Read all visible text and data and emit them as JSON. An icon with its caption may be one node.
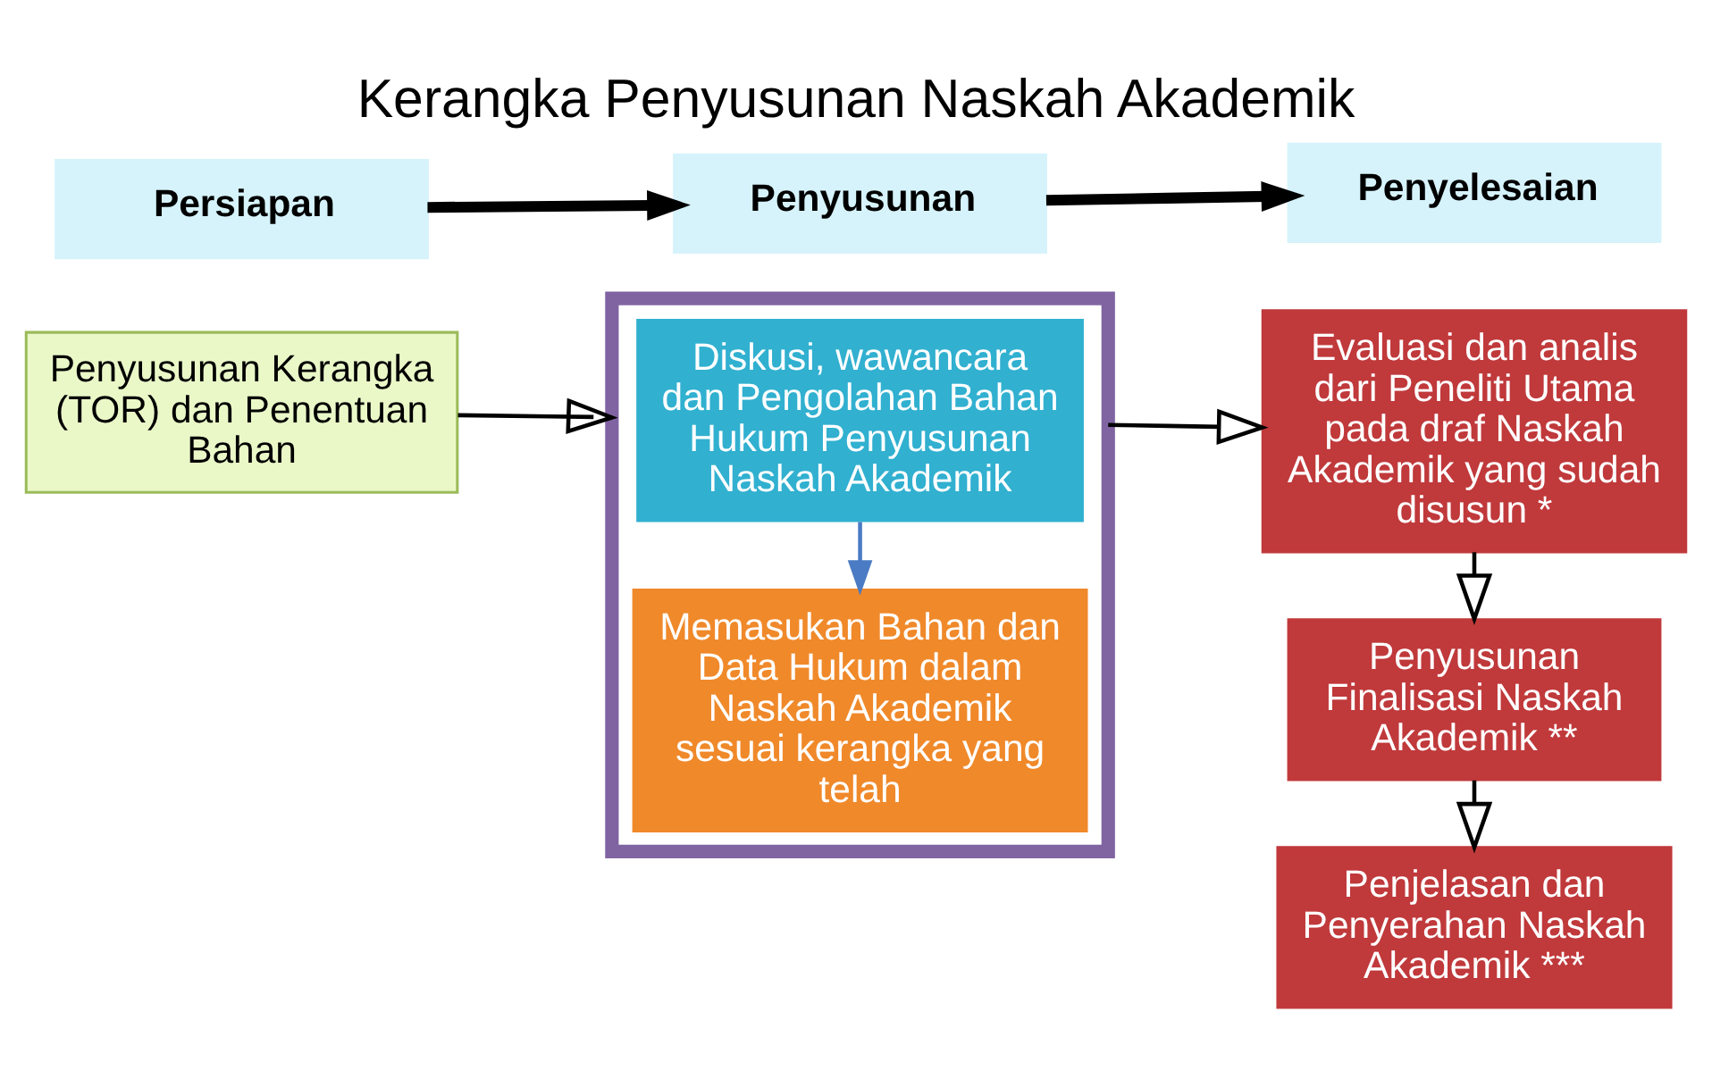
{
  "diagram": {
    "title": "Kerangka Penyusunan Naskah Akademik",
    "nodes": [
      {
        "text": [
          "Persiapan"
        ]
      },
      {
        "text": [
          "Penyusunan"
        ]
      },
      {
        "text": [
          "Penyelesaian"
        ]
      },
      {
        "text": [
          "Penyusunan Kerangka (TOR) dan Penentuan Bahan"
        ]
      },
      {
        "text": [],
        "shape": "box"
      },
      {
        "text": [
          "Diskusi, wawancara dan Pengolahan Bahan Hukum Penyusunan Naskah Akademik"
        ],
        "in": 4
      },
      {
        "text": [
          "Memasukan Bahan dan Data Hukum dalam Naskah Akademik sesuai kerangka yang telah"
        ],
        "in": 4
      },
      {
        "text": [
          "Evaluasi dan analis dari Peneliti Utama pada draf Naskah Akademik yang sudah disusun *"
        ]
      },
      {
        "text": [
          "Penyusunan Finalisasi Naskah Akademik **"
        ]
      },
      {
        "text": [
          "Penjelasan dan Penyerahan Naskah Akademik ***"
        ]
      }
    ],
    "edges": [
      {
        "from": 0,
        "to": 1,
        "arrow": "to",
        "style": "thick"
      },
      {
        "from": 1,
        "to": 2,
        "arrow": "to",
        "style": "thick"
      },
      {
        "from": 3,
        "to": 4,
        "arrow": "to"
      },
      {
        "from": 4,
        "to": 7,
        "arrow": "to"
      },
      {
        "from": 5,
        "to": 6,
        "arrow": "to",
        "color": "#4a7bc4"
      },
      {
        "from": 7,
        "to": 8,
        "arrow": "to"
      },
      {
        "from": 8,
        "to": 9,
        "arrow": "to"
      }
    ]
  }
}
